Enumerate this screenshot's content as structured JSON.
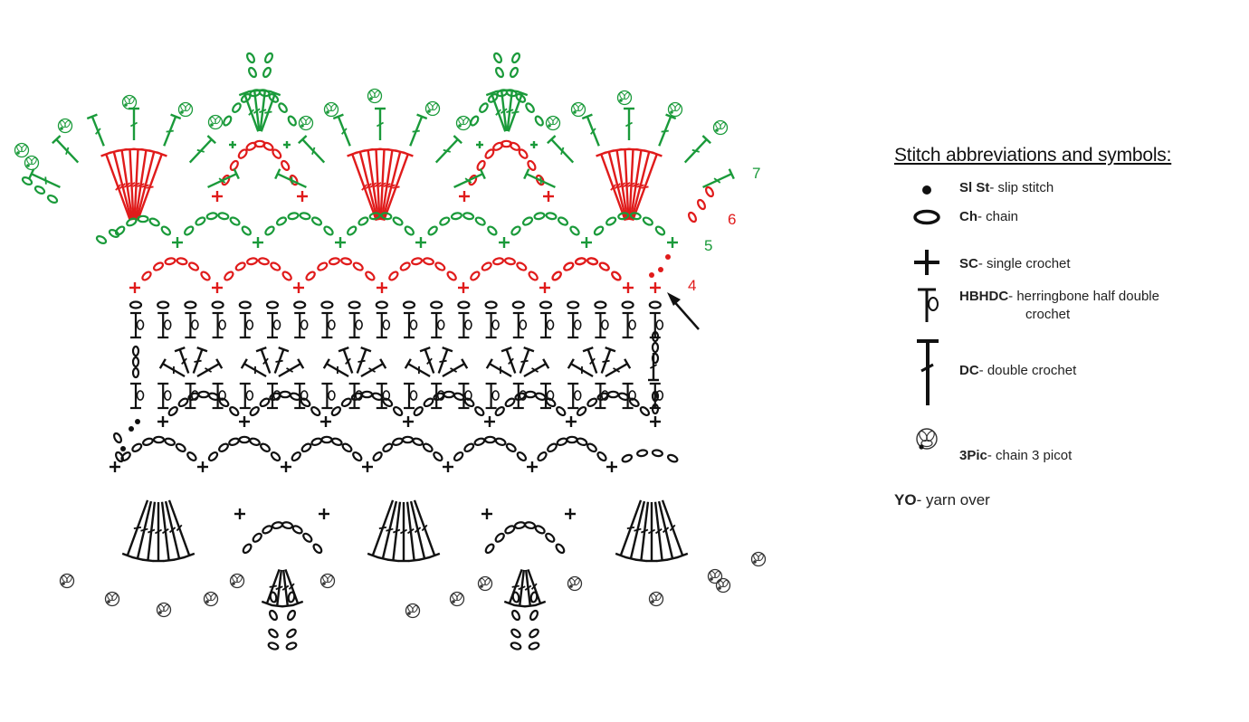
{
  "chart": {
    "row_labels": [
      {
        "text": "7",
        "color": "#1a9a3a"
      },
      {
        "text": "6",
        "color": "#e01b1b"
      },
      {
        "text": "5",
        "color": "#1a9a3a"
      },
      {
        "text": "4",
        "color": "#e01b1b"
      }
    ],
    "colors": {
      "black": "#111111",
      "red": "#e01b1b",
      "green": "#1a9a3a"
    }
  },
  "legend": {
    "title": "Stitch abbreviations and symbols:",
    "items": [
      {
        "abbr": "Sl St",
        "desc": "- slip stitch",
        "icon": "dot-icon"
      },
      {
        "abbr": "Ch",
        "desc": "- chain",
        "icon": "chain-oval-icon"
      },
      {
        "abbr": "SC",
        "desc": "- single crochet",
        "icon": "plus-icon"
      },
      {
        "abbr": "HBHDC",
        "desc": "- herringbone half double",
        "desc2": "crochet",
        "icon": "hbhdc-icon"
      },
      {
        "abbr": "DC",
        "desc": "- double crochet",
        "icon": "dc-icon"
      },
      {
        "abbr": "3Pic",
        "desc": "- chain 3 picot",
        "icon": "picot-icon"
      }
    ],
    "yo": {
      "abbr": "YO",
      "desc": "- yarn over"
    }
  }
}
